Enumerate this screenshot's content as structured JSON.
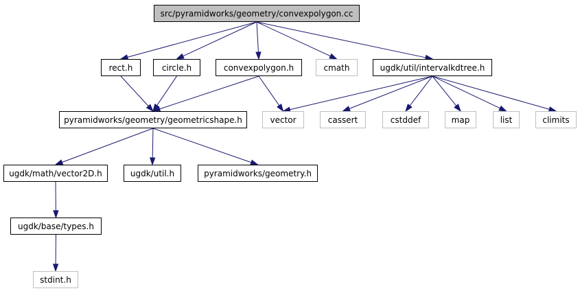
{
  "colors": {
    "edge": "#191970",
    "root_fill": "#bfbfbf",
    "local_border": "#000000",
    "system_border": "#bfbfbf",
    "text": "#000000"
  },
  "nodes": {
    "convexpolygon_cc": "src/pyramidworks/geometry/convexpolygon.cc",
    "rect_h": "rect.h",
    "circle_h": "circle.h",
    "convexpolygon_h": "convexpolygon.h",
    "cmath": "cmath",
    "intervalkdtree_h": "ugdk/util/intervalkdtree.h",
    "geometricshape_h": "pyramidworks/geometry/geometricshape.h",
    "vector": "vector",
    "cassert": "cassert",
    "cstddef": "cstddef",
    "map": "map",
    "list": "list",
    "climits": "climits",
    "vector2d_h": "ugdk/math/vector2D.h",
    "util_h": "ugdk/util.h",
    "geometry_h": "pyramidworks/geometry.h",
    "types_h": "ugdk/base/types.h",
    "stdint_h": "stdint.h"
  },
  "edges": [
    [
      "convexpolygon_cc",
      "rect_h"
    ],
    [
      "convexpolygon_cc",
      "circle_h"
    ],
    [
      "convexpolygon_cc",
      "convexpolygon_h"
    ],
    [
      "convexpolygon_cc",
      "cmath"
    ],
    [
      "convexpolygon_cc",
      "intervalkdtree_h"
    ],
    [
      "rect_h",
      "geometricshape_h"
    ],
    [
      "circle_h",
      "geometricshape_h"
    ],
    [
      "convexpolygon_h",
      "geometricshape_h"
    ],
    [
      "convexpolygon_h",
      "vector"
    ],
    [
      "intervalkdtree_h",
      "vector"
    ],
    [
      "intervalkdtree_h",
      "cassert"
    ],
    [
      "intervalkdtree_h",
      "cstddef"
    ],
    [
      "intervalkdtree_h",
      "map"
    ],
    [
      "intervalkdtree_h",
      "list"
    ],
    [
      "intervalkdtree_h",
      "climits"
    ],
    [
      "geometricshape_h",
      "vector2d_h"
    ],
    [
      "geometricshape_h",
      "util_h"
    ],
    [
      "geometricshape_h",
      "geometry_h"
    ],
    [
      "vector2d_h",
      "types_h"
    ],
    [
      "types_h",
      "stdint_h"
    ]
  ]
}
